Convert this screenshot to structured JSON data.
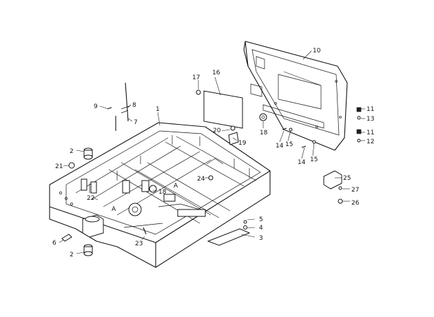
{
  "callouts": [
    {
      "id": "c1",
      "text": "1"
    },
    {
      "id": "c2a",
      "text": "2"
    },
    {
      "id": "c2b",
      "text": "2"
    },
    {
      "id": "c3",
      "text": "3"
    },
    {
      "id": "c4",
      "text": "4"
    },
    {
      "id": "c5",
      "text": "5"
    },
    {
      "id": "c6",
      "text": "6"
    },
    {
      "id": "c7",
      "text": "7"
    },
    {
      "id": "c8",
      "text": "8"
    },
    {
      "id": "c9",
      "text": "9"
    },
    {
      "id": "c10",
      "text": "10"
    },
    {
      "id": "c11a",
      "text": "11"
    },
    {
      "id": "c11b",
      "text": "11"
    },
    {
      "id": "c12",
      "text": "12"
    },
    {
      "id": "c13",
      "text": "13"
    },
    {
      "id": "c14a",
      "text": "14"
    },
    {
      "id": "c14b",
      "text": "14"
    },
    {
      "id": "c15a",
      "text": "15"
    },
    {
      "id": "c15b",
      "text": "15"
    },
    {
      "id": "c16",
      "text": "16"
    },
    {
      "id": "c17",
      "text": "17"
    },
    {
      "id": "c18a",
      "text": "18"
    },
    {
      "id": "c18b",
      "text": "18"
    },
    {
      "id": "c19",
      "text": "19"
    },
    {
      "id": "c20",
      "text": "20"
    },
    {
      "id": "c21",
      "text": "21"
    },
    {
      "id": "c22",
      "text": "22"
    },
    {
      "id": "c23",
      "text": "23"
    },
    {
      "id": "c24",
      "text": "24"
    },
    {
      "id": "c25",
      "text": "25"
    },
    {
      "id": "c26",
      "text": "26"
    },
    {
      "id": "c27",
      "text": "27"
    },
    {
      "id": "cA1",
      "text": "A"
    },
    {
      "id": "cA2",
      "text": "A"
    }
  ],
  "colors": {
    "ink": "#111111",
    "paper": "#ffffff"
  }
}
